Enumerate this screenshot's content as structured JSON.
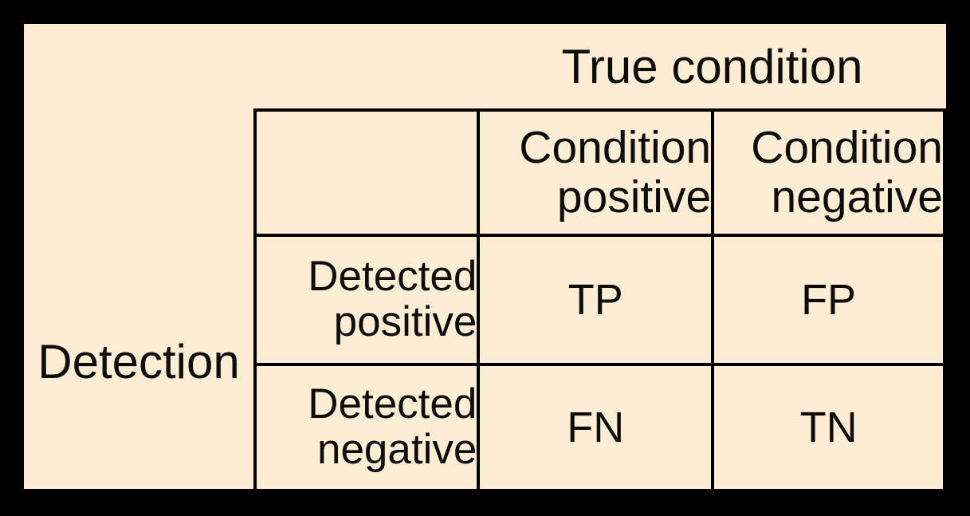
{
  "figure": {
    "column_axis_title": "True condition",
    "row_axis_title": "Detection",
    "column_headers": [
      {
        "line1": "Condition",
        "line2": "positive"
      },
      {
        "line1": "Condition",
        "line2": "negative"
      }
    ],
    "row_headers": [
      {
        "line1": "Detected",
        "line2": "positive"
      },
      {
        "line1": "Detected",
        "line2": "negative"
      }
    ],
    "cells": [
      {
        "label": "TP",
        "meaning": "good"
      },
      {
        "label": "FP",
        "meaning": "bad"
      },
      {
        "label": "FN",
        "meaning": "bad"
      },
      {
        "label": "TN",
        "meaning": "good"
      }
    ],
    "colors": {
      "good": "#A0CE5F",
      "bad": "#E85150",
      "background": "#FDEDD5",
      "border": "#000000",
      "frame": "#000000",
      "text": "#0D0D0D"
    }
  }
}
